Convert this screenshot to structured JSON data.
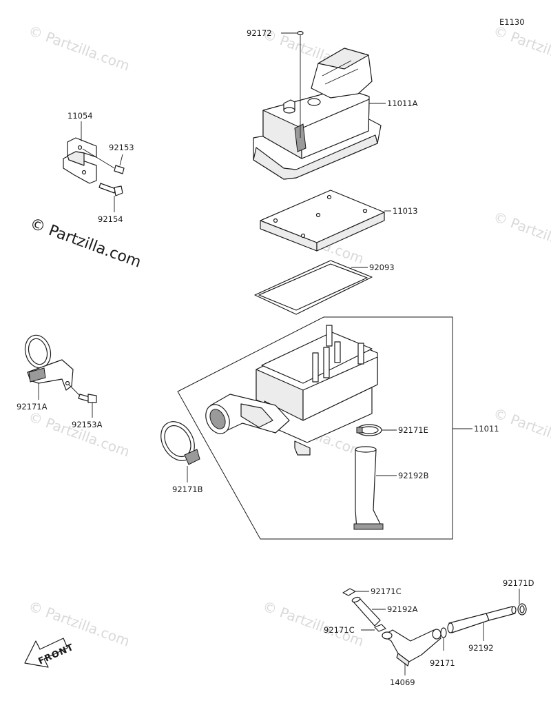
{
  "diagram": {
    "diagram_code": "E1130",
    "watermark_text": "© Partzilla.com",
    "front_label": "FRONT",
    "callouts": [
      {
        "id": "c-92172",
        "text": "92172"
      },
      {
        "id": "c-11011A",
        "text": "11011A"
      },
      {
        "id": "c-11054",
        "text": "11054"
      },
      {
        "id": "c-92153",
        "text": "92153"
      },
      {
        "id": "c-92154",
        "text": "92154"
      },
      {
        "id": "c-11013",
        "text": "11013"
      },
      {
        "id": "c-92093",
        "text": "92093"
      },
      {
        "id": "c-92171A",
        "text": "92171A"
      },
      {
        "id": "c-92153A",
        "text": "92153A"
      },
      {
        "id": "c-92171E",
        "text": "92171E"
      },
      {
        "id": "c-11011",
        "text": "11011"
      },
      {
        "id": "c-92192B",
        "text": "92192B"
      },
      {
        "id": "c-92171B",
        "text": "92171B"
      },
      {
        "id": "c-92171C-top",
        "text": "92171C"
      },
      {
        "id": "c-92192A",
        "text": "92192A"
      },
      {
        "id": "c-92171C-bot",
        "text": "92171C"
      },
      {
        "id": "c-92171D",
        "text": "92171D"
      },
      {
        "id": "c-92192",
        "text": "92192"
      },
      {
        "id": "c-92171",
        "text": "92171"
      },
      {
        "id": "c-14069",
        "text": "14069"
      }
    ]
  }
}
